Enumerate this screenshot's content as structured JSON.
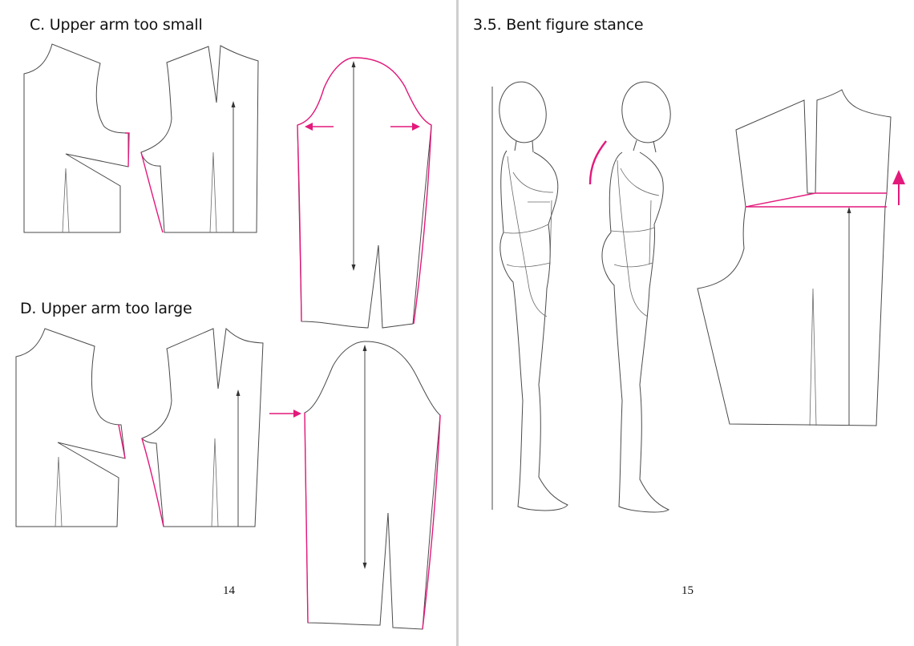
{
  "pages": [
    {
      "sections": [
        {
          "title": "C. Upper arm too small"
        },
        {
          "title": "D. Upper arm too large"
        }
      ],
      "page_number": "14"
    },
    {
      "sections": [
        {
          "title": "3.5. Bent figure stance"
        }
      ],
      "page_number": "15"
    }
  ],
  "colors": {
    "pattern_line": "#4a4a4a",
    "adjustment_line": "#e3197b",
    "page_background": "#ffffff",
    "spine": "#cfcfcf"
  }
}
